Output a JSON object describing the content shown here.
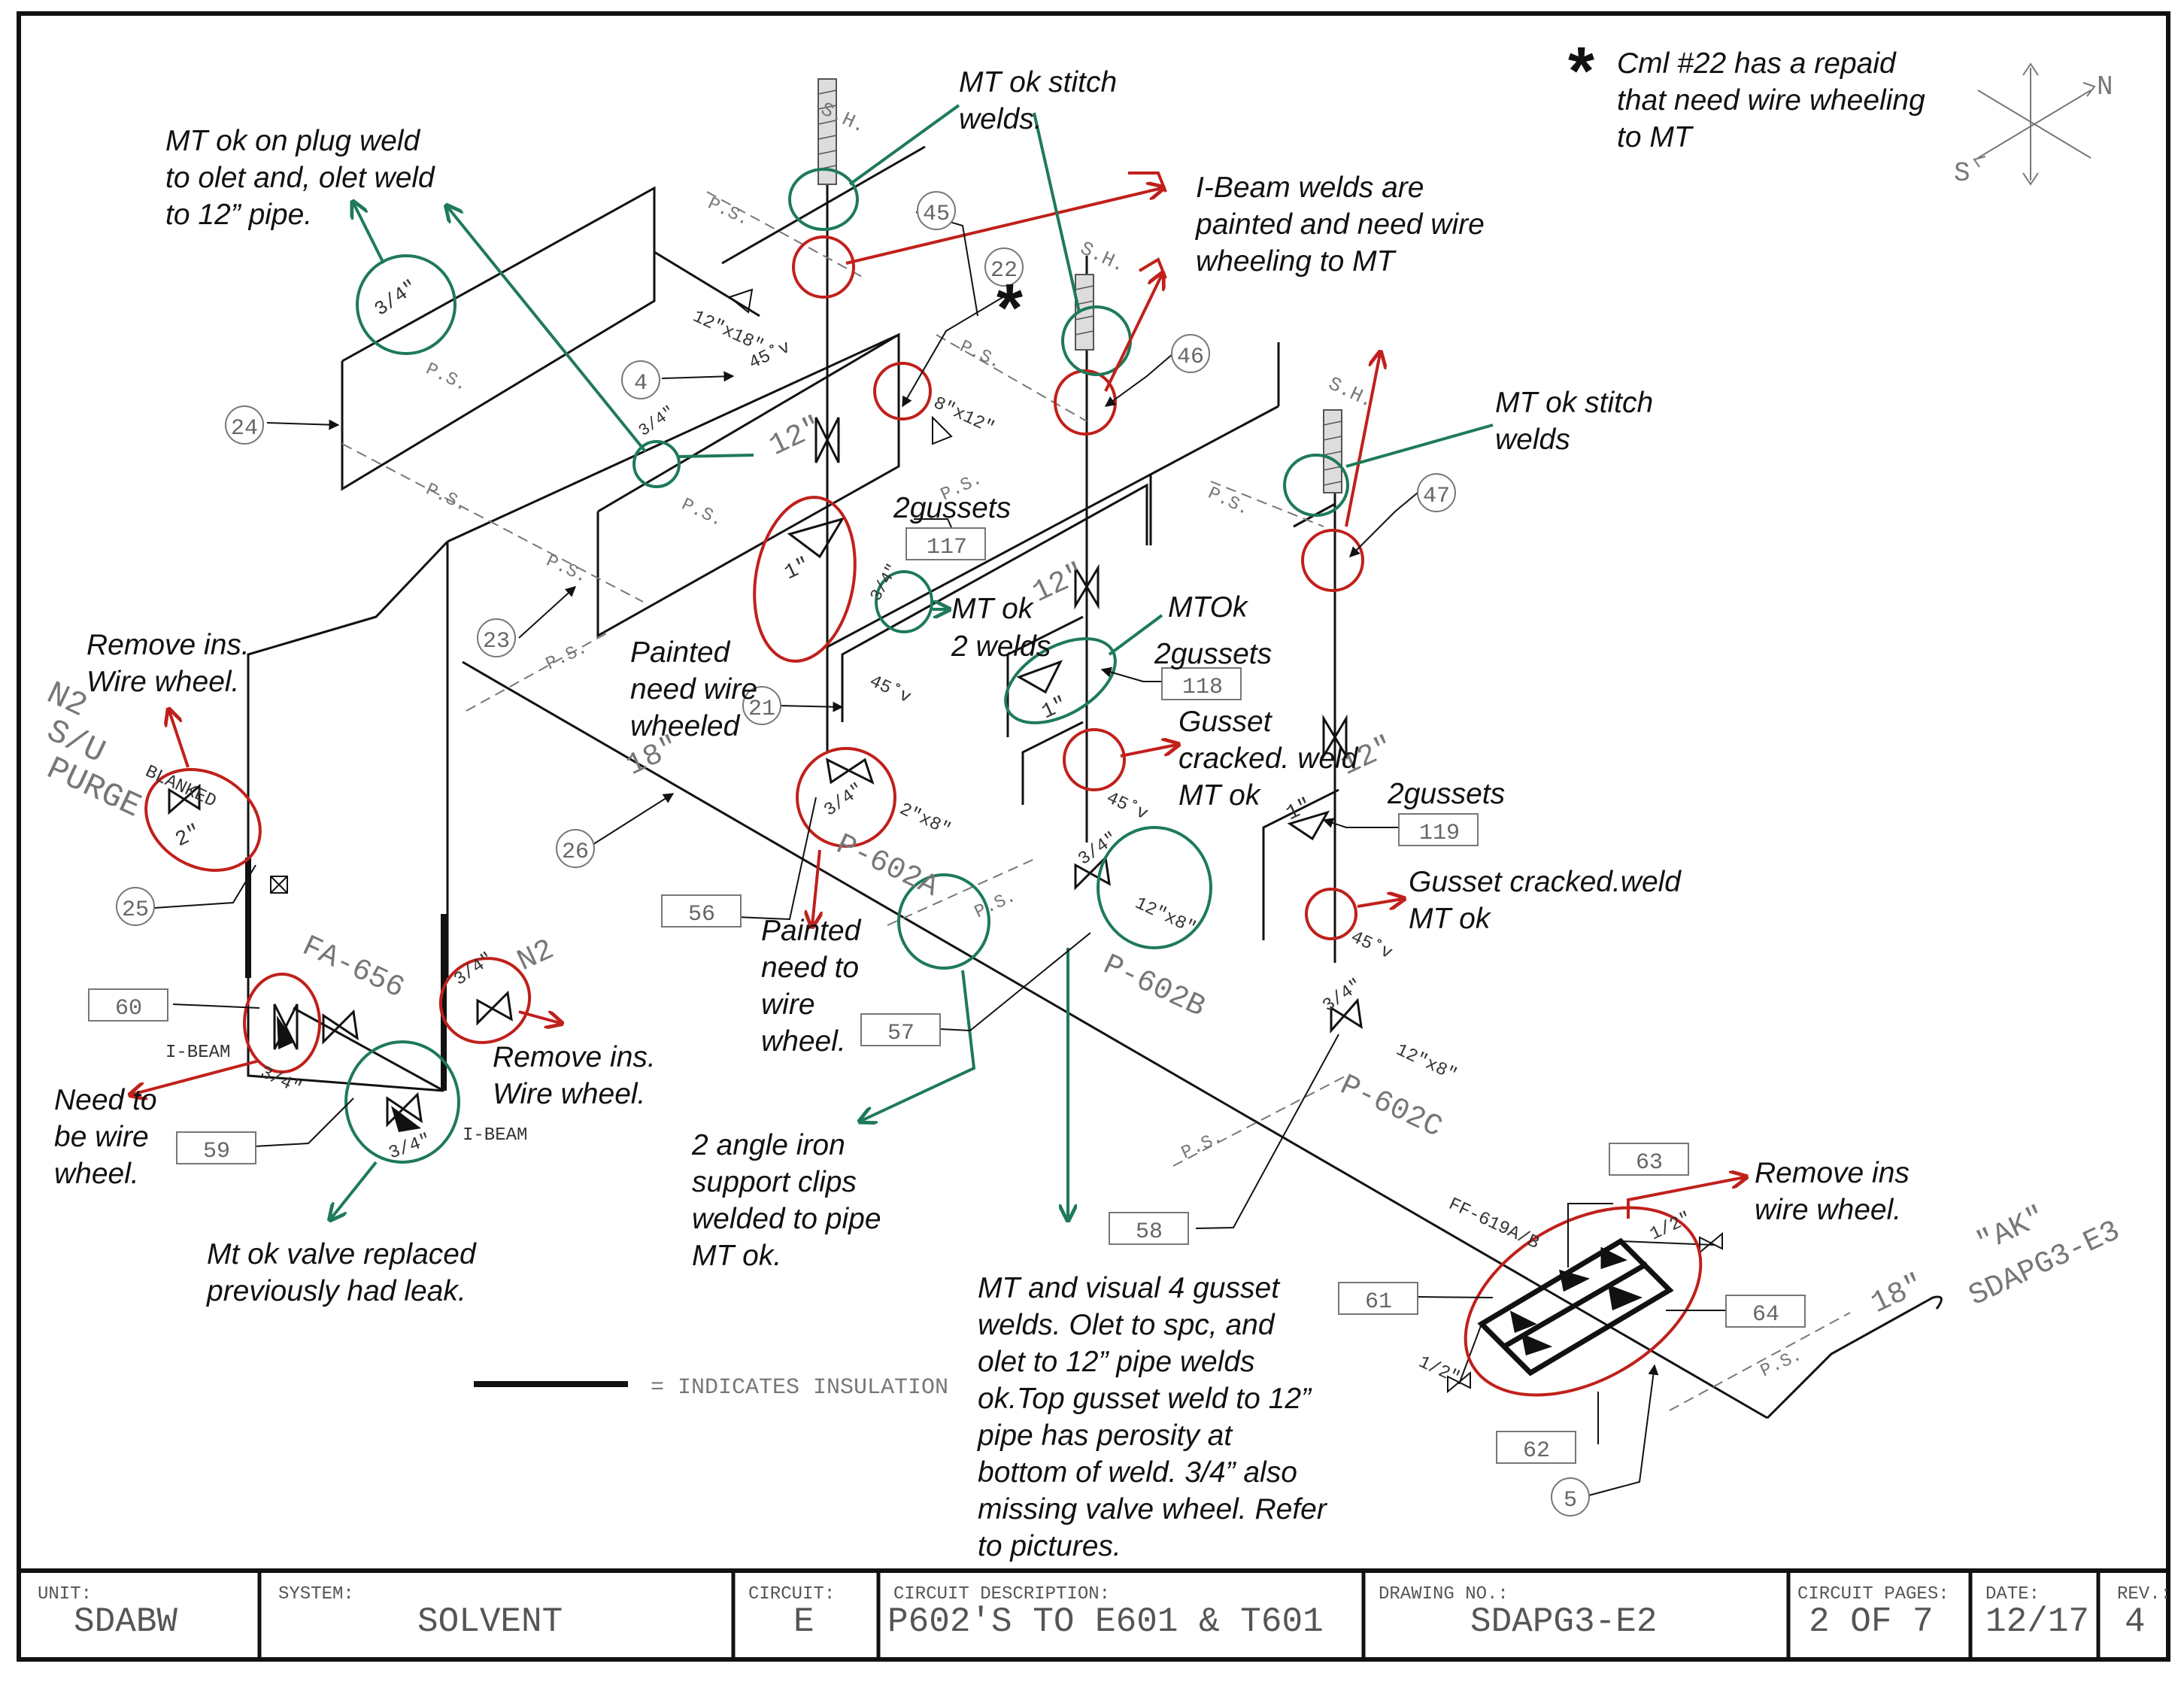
{
  "colors": {
    "inspect_ok": "#1e7a58",
    "needs_work": "#c0201b",
    "line": "#111111",
    "cad": "#777777"
  },
  "compass": {
    "north": "N",
    "south": "S"
  },
  "notes": {
    "cml22_star": "*",
    "cml22": [
      "Cml #22 has a repaid",
      "that need wire wheeling",
      "to MT"
    ],
    "plug_weld": [
      "MT ok on plug weld",
      "to olet and, olet weld",
      "to 12” pipe."
    ],
    "stitch_top": [
      "MT ok stitch",
      "welds."
    ],
    "ibeam": [
      "I-Beam welds are",
      "painted and need wire",
      "wheeling to MT"
    ],
    "stitch_right": [
      "MT ok stitch",
      "welds"
    ],
    "gussets_a": "2gussets",
    "mt_ok_2welds": [
      "MT ok",
      "2 welds"
    ],
    "mtok": "MTOk",
    "gussets_b": "2gussets",
    "painted_wheeled": [
      "Painted",
      "need wire",
      "wheeled"
    ],
    "gusset_cracked_1": [
      "Gusset",
      "cracked. weld",
      "MT ok"
    ],
    "gussets_c": "2gussets",
    "gusset_cracked_2": [
      "Gusset cracked.weld",
      "MT ok"
    ],
    "remove_ins_left": [
      "Remove ins.",
      "Wire wheel."
    ],
    "remove_ins_mid": [
      "Remove ins.",
      "Wire wheel."
    ],
    "painted_wheel": [
      "Painted",
      "need to",
      "wire",
      "wheel."
    ],
    "need_wire": [
      "Need to",
      "be wire",
      "wheel."
    ],
    "valve_replaced": [
      "Mt ok valve replaced",
      "previously had leak."
    ],
    "angle_iron": [
      "2 angle iron",
      "support clips",
      "welded to pipe",
      "MT ok."
    ],
    "remove_ins_right": [
      "Remove ins",
      "wire wheel."
    ],
    "mt_visual": [
      "MT and visual 4 gusset",
      "welds. Olet to spc, and",
      "olet to 12” pipe welds",
      "ok.Top gusset weld to 12”",
      "pipe has perosity at",
      "bottom of weld. 3/4” also",
      "missing valve wheel. Refer",
      "to pictures."
    ]
  },
  "drawing": {
    "n2_purge": [
      "N2",
      "S/U",
      "PURGE"
    ],
    "blanked": "BLANKED",
    "sh": "S.H.",
    "ps": "P.S.",
    "fa656": "FA-656",
    "ibeam": "I-BEAM",
    "n2": "N2",
    "p602a": "P-602A",
    "p602b": "P-602B",
    "p602c": "P-602C",
    "ff619": "FF-619A/B",
    "ak": "\"AK\"",
    "sdapg3_e3": "SDAPG3-E3",
    "size_18": "18\"",
    "size_12": "12\"",
    "size_1": "1\"",
    "size_2": "2\"",
    "size_34": "3/4\"",
    "size_12_18": "12\"x18\"",
    "size_8_12": "8\"x12\"",
    "size_2_8": "2\"x8\"",
    "size_12_8": "12\"x8\"",
    "size_half": "1/2\"",
    "deg45": "45˚v",
    "legend": "= INDICATES INSULATION"
  },
  "circle_tags": {
    "t45": "45",
    "t22": "22",
    "t46": "46",
    "t47": "47",
    "t4": "4",
    "t24": "24",
    "t23": "23",
    "t21": "21",
    "t26": "26",
    "t25": "25",
    "t5": "5"
  },
  "box_tags": {
    "b117": "117",
    "b118": "118",
    "b119": "119",
    "b56": "56",
    "b57": "57",
    "b58": "58",
    "b59": "59",
    "b60": "60",
    "b61": "61",
    "b62": "62",
    "b63": "63",
    "b64": "64"
  },
  "title_block": {
    "unit_label": "UNIT:",
    "unit": "SDABW",
    "system_label": "SYSTEM:",
    "system": "SOLVENT",
    "circuit_label": "CIRCUIT:",
    "circuit": "E",
    "desc_label": "CIRCUIT DESCRIPTION:",
    "desc": "P602'S TO E601 & T601",
    "drawing_label": "DRAWING NO.:",
    "drawing": "SDAPG3-E2",
    "pages_label": "CIRCUIT PAGES:",
    "pages": "2 OF 7",
    "date_label": "DATE:",
    "date": "12/17",
    "rev_label": "REV.:",
    "rev": "4"
  }
}
